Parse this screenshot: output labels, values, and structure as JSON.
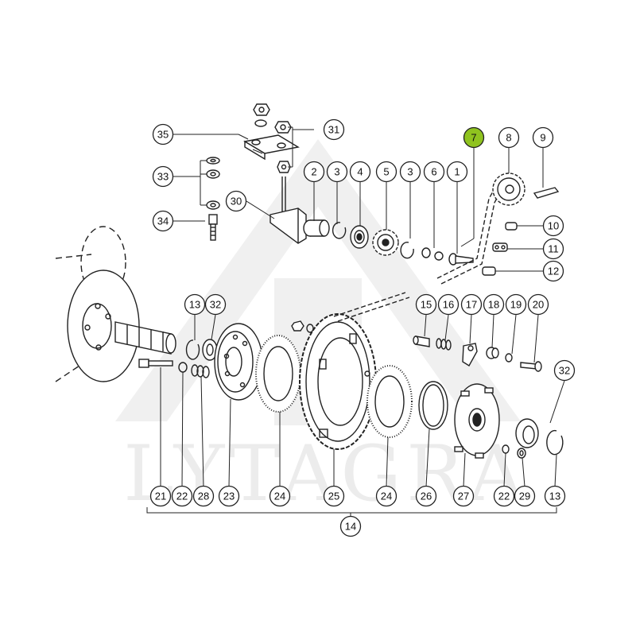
{
  "diagram": {
    "watermark": "LYTAGRA",
    "callouts": [
      "1",
      "2",
      "3",
      "4",
      "5",
      "6",
      "7",
      "8",
      "9",
      "10",
      "11",
      "12",
      "13",
      "14",
      "15",
      "16",
      "17",
      "18",
      "19",
      "20",
      "21",
      "22",
      "23",
      "24",
      "25",
      "26",
      "27",
      "28",
      "29",
      "30",
      "31",
      "32",
      "33",
      "34",
      "35"
    ],
    "highlighted_callout": "7",
    "colors": {
      "line": "#222222",
      "callout_fill": "#ffffff",
      "highlight_fill": "#8fc31f",
      "watermark": "#e8e8e8"
    }
  }
}
